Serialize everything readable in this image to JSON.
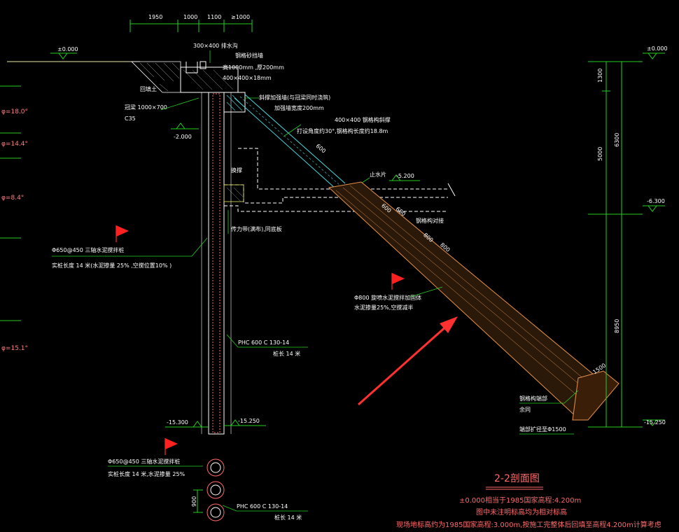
{
  "top_dims": [
    "1950",
    "1000",
    "1100",
    "≥1000"
  ],
  "labels": {
    "drain": "300×400  排水沟",
    "brick_wall": "钢格砂挡墙",
    "brick_wall_size": "高1000mm  ,厚200mm",
    "beam_top": "400×400×18mm",
    "backfill": "回填土",
    "crown_beam": "冠梁 1000×700",
    "concrete": "C35",
    "elev_m2": "-2.000",
    "waist_beam": "斜撑加强墙(与冠梁同时浇筑)",
    "waist_beam_note": "加强墙宽度200mm",
    "steel_strut": "400×400   钢格构斜撑",
    "strut_note": "打设角度约30°,钢格构长度约18.8m",
    "dim_600a": "600",
    "backfill_label": "换撑",
    "water_stop": "止水片",
    "elev_m5200": "-5.200",
    "dim_600b": "600",
    "dim_600c": "600",
    "grid_support": "钢格构对接",
    "dim_800a": "800",
    "dim_800b": "800",
    "drain_belt": "传力带(满布),同底板",
    "pile_label": "Φ650@450   三轴水泥搅拌桩",
    "pile_note": "实桩长度 14  米(水泥掺量 25% ,空搅位置10% )",
    "anchor_label": "Φ800   旋喷水泥搅拌加固体",
    "anchor_note": "水泥掺量25%,空搅减半",
    "phc_label": "PHC  600   C  130-14",
    "phc_len": "桩长  14   米",
    "elev_m15300": "-15.300",
    "elev_m15250": "-15.250",
    "end_label": "钢格构端部",
    "end_same": "余同",
    "end_enlarge": "端部扩径至Φ1500",
    "dim_1500": "1500",
    "elev_000_left": "±0.000",
    "elev_000_right": "±0.000",
    "elev_m6300": "-6.300",
    "elev_m15250_r": "-15.250",
    "dim_1300": "1300",
    "dim_5000": "5000",
    "dim_6300": "6300",
    "dim_8950": "8950",
    "phi1": "φ=18.0°",
    "phi2": "φ=14.4°",
    "phi3": "φ=8.4°",
    "phi4": "φ=15.1°",
    "plan_pile_label": "Φ650@450   三轴水泥搅拌桩",
    "plan_pile_note": "实桩长度 14  米,水泥掺量 25%",
    "plan_dim_900": "900",
    "plan_phc_label": "PHC   600   C  130-14",
    "plan_phc_len": "桩长  14    米",
    "section_title": "2-2剖面图",
    "note1": "±0.000相当于1985国家高程:4.200m",
    "note2": "图中未注明标高均为相对标高",
    "note3": "现场地标高约为1985国家高程:3.000m,按施工完整体后回填至高程4.200m计算考虑"
  },
  "colors": {
    "cad_green": "#22d022",
    "cad_white": "#ffffff",
    "cad_cyan": "#49d8e0",
    "cad_orange": "#e8924a",
    "cad_red": "#ff3030",
    "cad_pink": "#ff6a6a"
  }
}
